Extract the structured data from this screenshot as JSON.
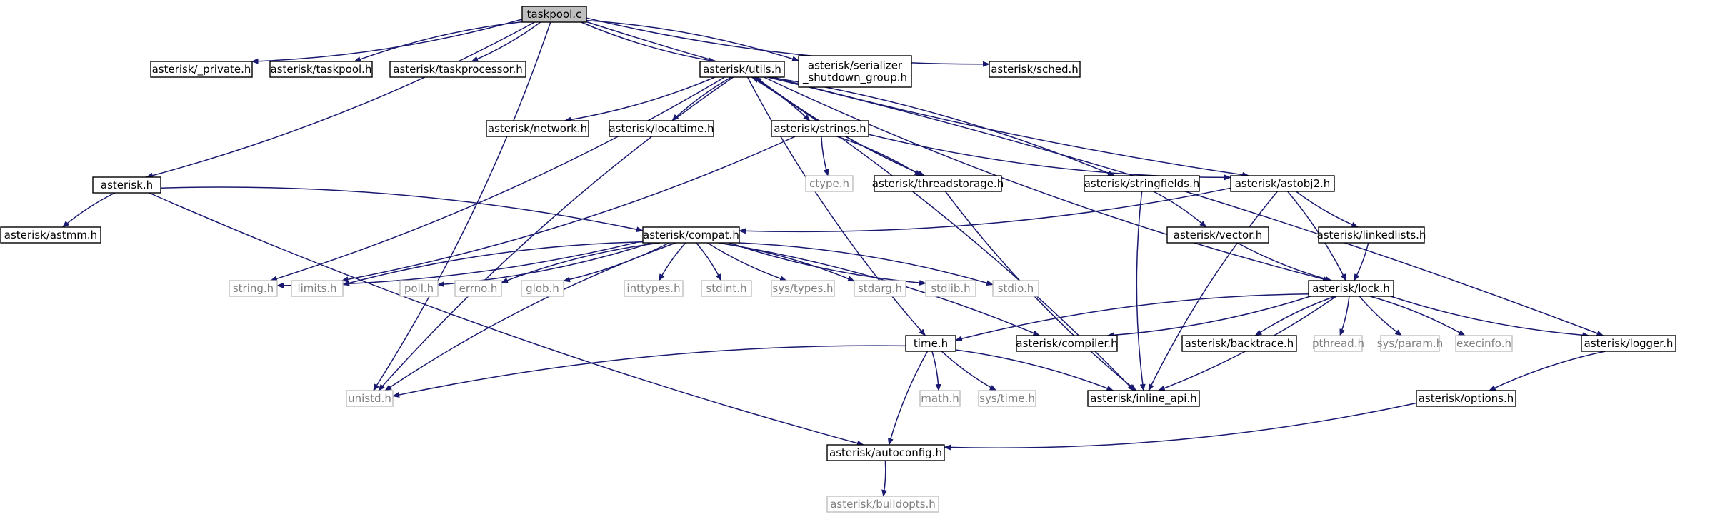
{
  "colors": {
    "edge": "#191970",
    "node_border": "#000000",
    "system_border": "#bfbfbf",
    "system_text": "#7f7f7f",
    "root_fill": "#bfbfbf",
    "text": "#000000"
  },
  "nodes": [
    {
      "id": "taskpool",
      "label": "taskpool.c",
      "kind": "root"
    },
    {
      "id": "private",
      "label": "asterisk/_private.h",
      "kind": "local"
    },
    {
      "id": "taskpool_h",
      "label": "asterisk/taskpool.h",
      "kind": "local"
    },
    {
      "id": "taskprocessor",
      "label": "asterisk/taskprocessor.h",
      "kind": "local"
    },
    {
      "id": "utils",
      "label": "asterisk/utils.h",
      "kind": "local"
    },
    {
      "id": "serializer",
      "label": "asterisk/serializer_shutdown_group.h",
      "label_lines": [
        "asterisk/serializer",
        "_shutdown_group.h"
      ],
      "kind": "local"
    },
    {
      "id": "sched",
      "label": "asterisk/sched.h",
      "kind": "local"
    },
    {
      "id": "asterisk_h",
      "label": "asterisk.h",
      "kind": "local"
    },
    {
      "id": "astmm",
      "label": "asterisk/astmm.h",
      "kind": "local"
    },
    {
      "id": "network",
      "label": "asterisk/network.h",
      "kind": "local"
    },
    {
      "id": "localtime",
      "label": "asterisk/localtime.h",
      "kind": "local"
    },
    {
      "id": "strings",
      "label": "asterisk/strings.h",
      "kind": "local"
    },
    {
      "id": "ctype",
      "label": "ctype.h",
      "kind": "system"
    },
    {
      "id": "threadstorage",
      "label": "asterisk/threadstorage.h",
      "kind": "local"
    },
    {
      "id": "stringfields",
      "label": "asterisk/stringfields.h",
      "kind": "local"
    },
    {
      "id": "astobj2",
      "label": "asterisk/astobj2.h",
      "kind": "local"
    },
    {
      "id": "compat",
      "label": "asterisk/compat.h",
      "kind": "local"
    },
    {
      "id": "vector",
      "label": "asterisk/vector.h",
      "kind": "local"
    },
    {
      "id": "linkedlists",
      "label": "asterisk/linkedlists.h",
      "kind": "local"
    },
    {
      "id": "string_h",
      "label": "string.h",
      "kind": "system"
    },
    {
      "id": "limits_h",
      "label": "limits.h",
      "kind": "system"
    },
    {
      "id": "poll_h",
      "label": "poll.h",
      "kind": "system"
    },
    {
      "id": "errno_h",
      "label": "errno.h",
      "kind": "system"
    },
    {
      "id": "glob_h",
      "label": "glob.h",
      "kind": "system"
    },
    {
      "id": "inttypes_h",
      "label": "inttypes.h",
      "kind": "system"
    },
    {
      "id": "stdint_h",
      "label": "stdint.h",
      "kind": "system"
    },
    {
      "id": "systypes_h",
      "label": "sys/types.h",
      "kind": "system"
    },
    {
      "id": "stdarg_h",
      "label": "stdarg.h",
      "kind": "system"
    },
    {
      "id": "stdlib_h",
      "label": "stdlib.h",
      "kind": "system"
    },
    {
      "id": "stdio_h",
      "label": "stdio.h",
      "kind": "system"
    },
    {
      "id": "lock",
      "label": "asterisk/lock.h",
      "kind": "local"
    },
    {
      "id": "time_h",
      "label": "time.h",
      "kind": "local"
    },
    {
      "id": "compiler",
      "label": "asterisk/compiler.h",
      "kind": "local"
    },
    {
      "id": "backtrace",
      "label": "asterisk/backtrace.h",
      "kind": "local"
    },
    {
      "id": "pthread_h",
      "label": "pthread.h",
      "kind": "system"
    },
    {
      "id": "sysparam_h",
      "label": "sys/param.h",
      "kind": "system"
    },
    {
      "id": "execinfo_h",
      "label": "execinfo.h",
      "kind": "system"
    },
    {
      "id": "logger",
      "label": "asterisk/logger.h",
      "kind": "local"
    },
    {
      "id": "unistd_h",
      "label": "unistd.h",
      "kind": "system"
    },
    {
      "id": "math_h",
      "label": "math.h",
      "kind": "system"
    },
    {
      "id": "systime_h",
      "label": "sys/time.h",
      "kind": "system"
    },
    {
      "id": "inline_api",
      "label": "asterisk/inline_api.h",
      "kind": "local"
    },
    {
      "id": "options",
      "label": "asterisk/options.h",
      "kind": "local"
    },
    {
      "id": "autoconfig",
      "label": "asterisk/autoconfig.h",
      "kind": "local"
    },
    {
      "id": "buildopts",
      "label": "asterisk/buildopts.h",
      "kind": "system"
    }
  ],
  "edges": [
    [
      "taskpool",
      "private"
    ],
    [
      "taskpool",
      "taskpool_h"
    ],
    [
      "taskpool",
      "taskprocessor"
    ],
    [
      "taskpool",
      "utils"
    ],
    [
      "taskpool",
      "serializer"
    ],
    [
      "taskpool",
      "sched"
    ],
    [
      "taskpool",
      "asterisk_h"
    ],
    [
      "taskpool",
      "astobj2"
    ],
    [
      "taskpool",
      "unistd_h"
    ],
    [
      "asterisk_h",
      "astmm"
    ],
    [
      "asterisk_h",
      "compat"
    ],
    [
      "asterisk_h",
      "autoconfig"
    ],
    [
      "utils",
      "network"
    ],
    [
      "utils",
      "localtime"
    ],
    [
      "utils",
      "strings"
    ],
    [
      "utils",
      "threadstorage"
    ],
    [
      "utils",
      "stringfields"
    ],
    [
      "utils",
      "lock"
    ],
    [
      "utils",
      "logger"
    ],
    [
      "utils",
      "time_h"
    ],
    [
      "utils",
      "string_h"
    ],
    [
      "utils",
      "unistd_h"
    ],
    [
      "utils",
      "inline_api"
    ],
    [
      "strings",
      "ctype"
    ],
    [
      "strings",
      "threadstorage"
    ],
    [
      "strings",
      "astobj2"
    ],
    [
      "strings",
      "limits_h"
    ],
    [
      "strings",
      "utils"
    ],
    [
      "threadstorage",
      "utils"
    ],
    [
      "threadstorage",
      "inline_api"
    ],
    [
      "stringfields",
      "vector"
    ],
    [
      "stringfields",
      "inline_api"
    ],
    [
      "astobj2",
      "compat"
    ],
    [
      "astobj2",
      "linkedlists"
    ],
    [
      "astobj2",
      "lock"
    ],
    [
      "astobj2",
      "inline_api"
    ],
    [
      "compat",
      "string_h"
    ],
    [
      "compat",
      "limits_h"
    ],
    [
      "compat",
      "poll_h"
    ],
    [
      "compat",
      "errno_h"
    ],
    [
      "compat",
      "glob_h"
    ],
    [
      "compat",
      "inttypes_h"
    ],
    [
      "compat",
      "stdint_h"
    ],
    [
      "compat",
      "systypes_h"
    ],
    [
      "compat",
      "stdarg_h"
    ],
    [
      "compat",
      "stdlib_h"
    ],
    [
      "compat",
      "stdio_h"
    ],
    [
      "compat",
      "unistd_h"
    ],
    [
      "compat",
      "compiler"
    ],
    [
      "vector",
      "lock"
    ],
    [
      "linkedlists",
      "lock"
    ],
    [
      "lock",
      "time_h"
    ],
    [
      "lock",
      "compiler"
    ],
    [
      "lock",
      "backtrace"
    ],
    [
      "lock",
      "pthread_h"
    ],
    [
      "lock",
      "sysparam_h"
    ],
    [
      "lock",
      "execinfo_h"
    ],
    [
      "lock",
      "logger"
    ],
    [
      "lock",
      "inline_api"
    ],
    [
      "logger",
      "options"
    ],
    [
      "options",
      "autoconfig"
    ],
    [
      "time_h",
      "unistd_h"
    ],
    [
      "time_h",
      "math_h"
    ],
    [
      "time_h",
      "systime_h"
    ],
    [
      "time_h",
      "inline_api"
    ],
    [
      "time_h",
      "autoconfig"
    ],
    [
      "autoconfig",
      "buildopts"
    ]
  ]
}
